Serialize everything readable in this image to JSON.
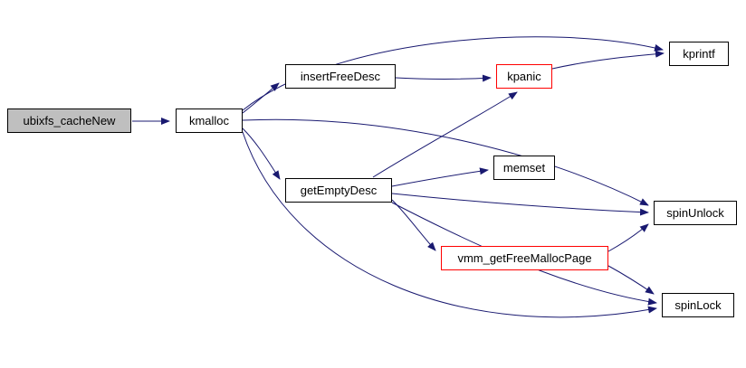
{
  "diagram": {
    "type": "call-graph",
    "nodes": [
      {
        "id": "ubixfs_cacheNew",
        "label": "ubixfs_cacheNew",
        "style": "focus"
      },
      {
        "id": "kmalloc",
        "label": "kmalloc",
        "style": "normal"
      },
      {
        "id": "insertFreeDesc",
        "label": "insertFreeDesc",
        "style": "normal"
      },
      {
        "id": "kpanic",
        "label": "kpanic",
        "style": "highlight"
      },
      {
        "id": "kprintf",
        "label": "kprintf",
        "style": "normal"
      },
      {
        "id": "getEmptyDesc",
        "label": "getEmptyDesc",
        "style": "normal"
      },
      {
        "id": "memset",
        "label": "memset",
        "style": "normal"
      },
      {
        "id": "spinUnlock",
        "label": "spinUnlock",
        "style": "normal"
      },
      {
        "id": "vmm_getFreeMallocPage",
        "label": "vmm_getFreeMallocPage",
        "style": "highlight"
      },
      {
        "id": "spinLock",
        "label": "spinLock",
        "style": "normal"
      }
    ],
    "edges": [
      {
        "from": "ubixfs_cacheNew",
        "to": "kmalloc"
      },
      {
        "from": "kmalloc",
        "to": "insertFreeDesc"
      },
      {
        "from": "kmalloc",
        "to": "kprintf"
      },
      {
        "from": "kmalloc",
        "to": "getEmptyDesc"
      },
      {
        "from": "kmalloc",
        "to": "spinUnlock"
      },
      {
        "from": "kmalloc",
        "to": "spinLock"
      },
      {
        "from": "insertFreeDesc",
        "to": "kpanic"
      },
      {
        "from": "kpanic",
        "to": "kprintf"
      },
      {
        "from": "getEmptyDesc",
        "to": "kpanic"
      },
      {
        "from": "getEmptyDesc",
        "to": "memset"
      },
      {
        "from": "getEmptyDesc",
        "to": "spinUnlock"
      },
      {
        "from": "getEmptyDesc",
        "to": "vmm_getFreeMallocPage"
      },
      {
        "from": "getEmptyDesc",
        "to": "spinLock"
      },
      {
        "from": "vmm_getFreeMallocPage",
        "to": "spinUnlock"
      },
      {
        "from": "vmm_getFreeMallocPage",
        "to": "spinLock"
      }
    ],
    "colors": {
      "edge": "#191970",
      "node_border": "#000000",
      "highlight_border": "#ff0000",
      "focus_fill": "#bfbfbf",
      "node_fill": "#ffffff",
      "background": "#ffffff"
    }
  }
}
